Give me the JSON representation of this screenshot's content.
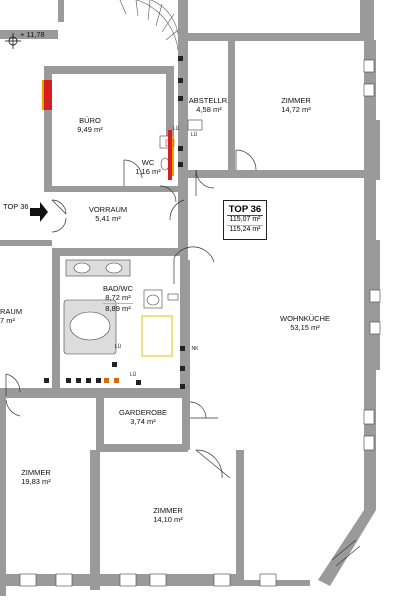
{
  "level_marker": "+ 11,78",
  "entrance_label": "TOP 36",
  "unit_box": {
    "title": "TOP 36",
    "area_1": "115,07 m²",
    "area_2": "115,24 m²"
  },
  "rooms": {
    "buero": {
      "name": "BÜRO",
      "area": "9,49 m²"
    },
    "wc": {
      "name": "WC",
      "area": "1,16 m²"
    },
    "abstellr": {
      "name": "ABSTELLR.",
      "area": "4,58 m²"
    },
    "zimmer_ne": {
      "name": "ZIMMER",
      "area": "14,72 m²"
    },
    "vorraum": {
      "name": "VORRAUM",
      "area": "5,41 m²"
    },
    "vorraum_left": {
      "name": "RAUM",
      "area": "7 m²"
    },
    "bad": {
      "name": "BAD/WC",
      "area_1": "8,72 m²",
      "area_2": "8,89 m²"
    },
    "wohnkueche": {
      "name": "WOHNKÜCHE",
      "area": "53,15 m²"
    },
    "garderobe": {
      "name": "GARDEROBE",
      "area": "3,74 m²"
    },
    "zimmer_sw": {
      "name": "ZIMMER",
      "area": "19,83 m²"
    },
    "zimmer_s": {
      "name": "ZIMMER",
      "area": "14,10 m²"
    }
  },
  "small_tags": {
    "lu_1": "LÜ",
    "lu_2": "LÜ",
    "lu_3": "LÜ",
    "lu_4": "LÜ",
    "nk": "NK"
  }
}
